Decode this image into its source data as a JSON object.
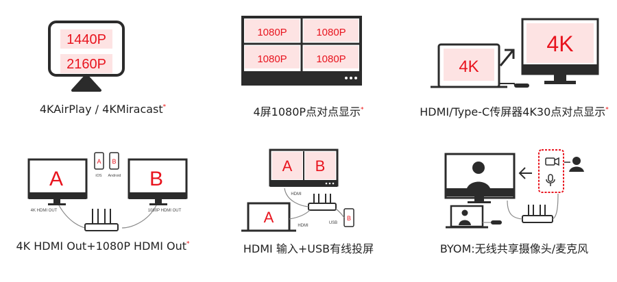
{
  "colors": {
    "accent": "#e8141e",
    "tint": "#fde3e3",
    "dark": "#2b2b2b"
  },
  "features": [
    {
      "caption": "4KAirPlay / 4KMiracast",
      "star": "*",
      "labels": [
        "1440P",
        "2160P"
      ]
    },
    {
      "caption": "4屏1080P点对点显示",
      "star": "*",
      "labels": [
        "1080P",
        "1080P",
        "1080P",
        "1080P"
      ]
    },
    {
      "caption": "HDMI/Type-C传屏器4K30点对点显示",
      "star": "*",
      "labels": [
        "4K",
        "4K"
      ]
    },
    {
      "caption": "4K HDMI Out+1080P HDMI Out",
      "star": "*",
      "labels": [
        "A",
        "B",
        "A",
        "B",
        "iOS",
        "Android",
        "4K HDMI OUT",
        "1080P HDMI OUT"
      ]
    },
    {
      "caption": "HDMI 输入+USB有线投屏",
      "star": "",
      "labels": [
        "A",
        "B",
        "HDMI",
        "A",
        "HDMI",
        "USB",
        "B"
      ]
    },
    {
      "caption": "BYOM:无线共享摄像头/麦克风",
      "star": "",
      "labels": []
    }
  ]
}
